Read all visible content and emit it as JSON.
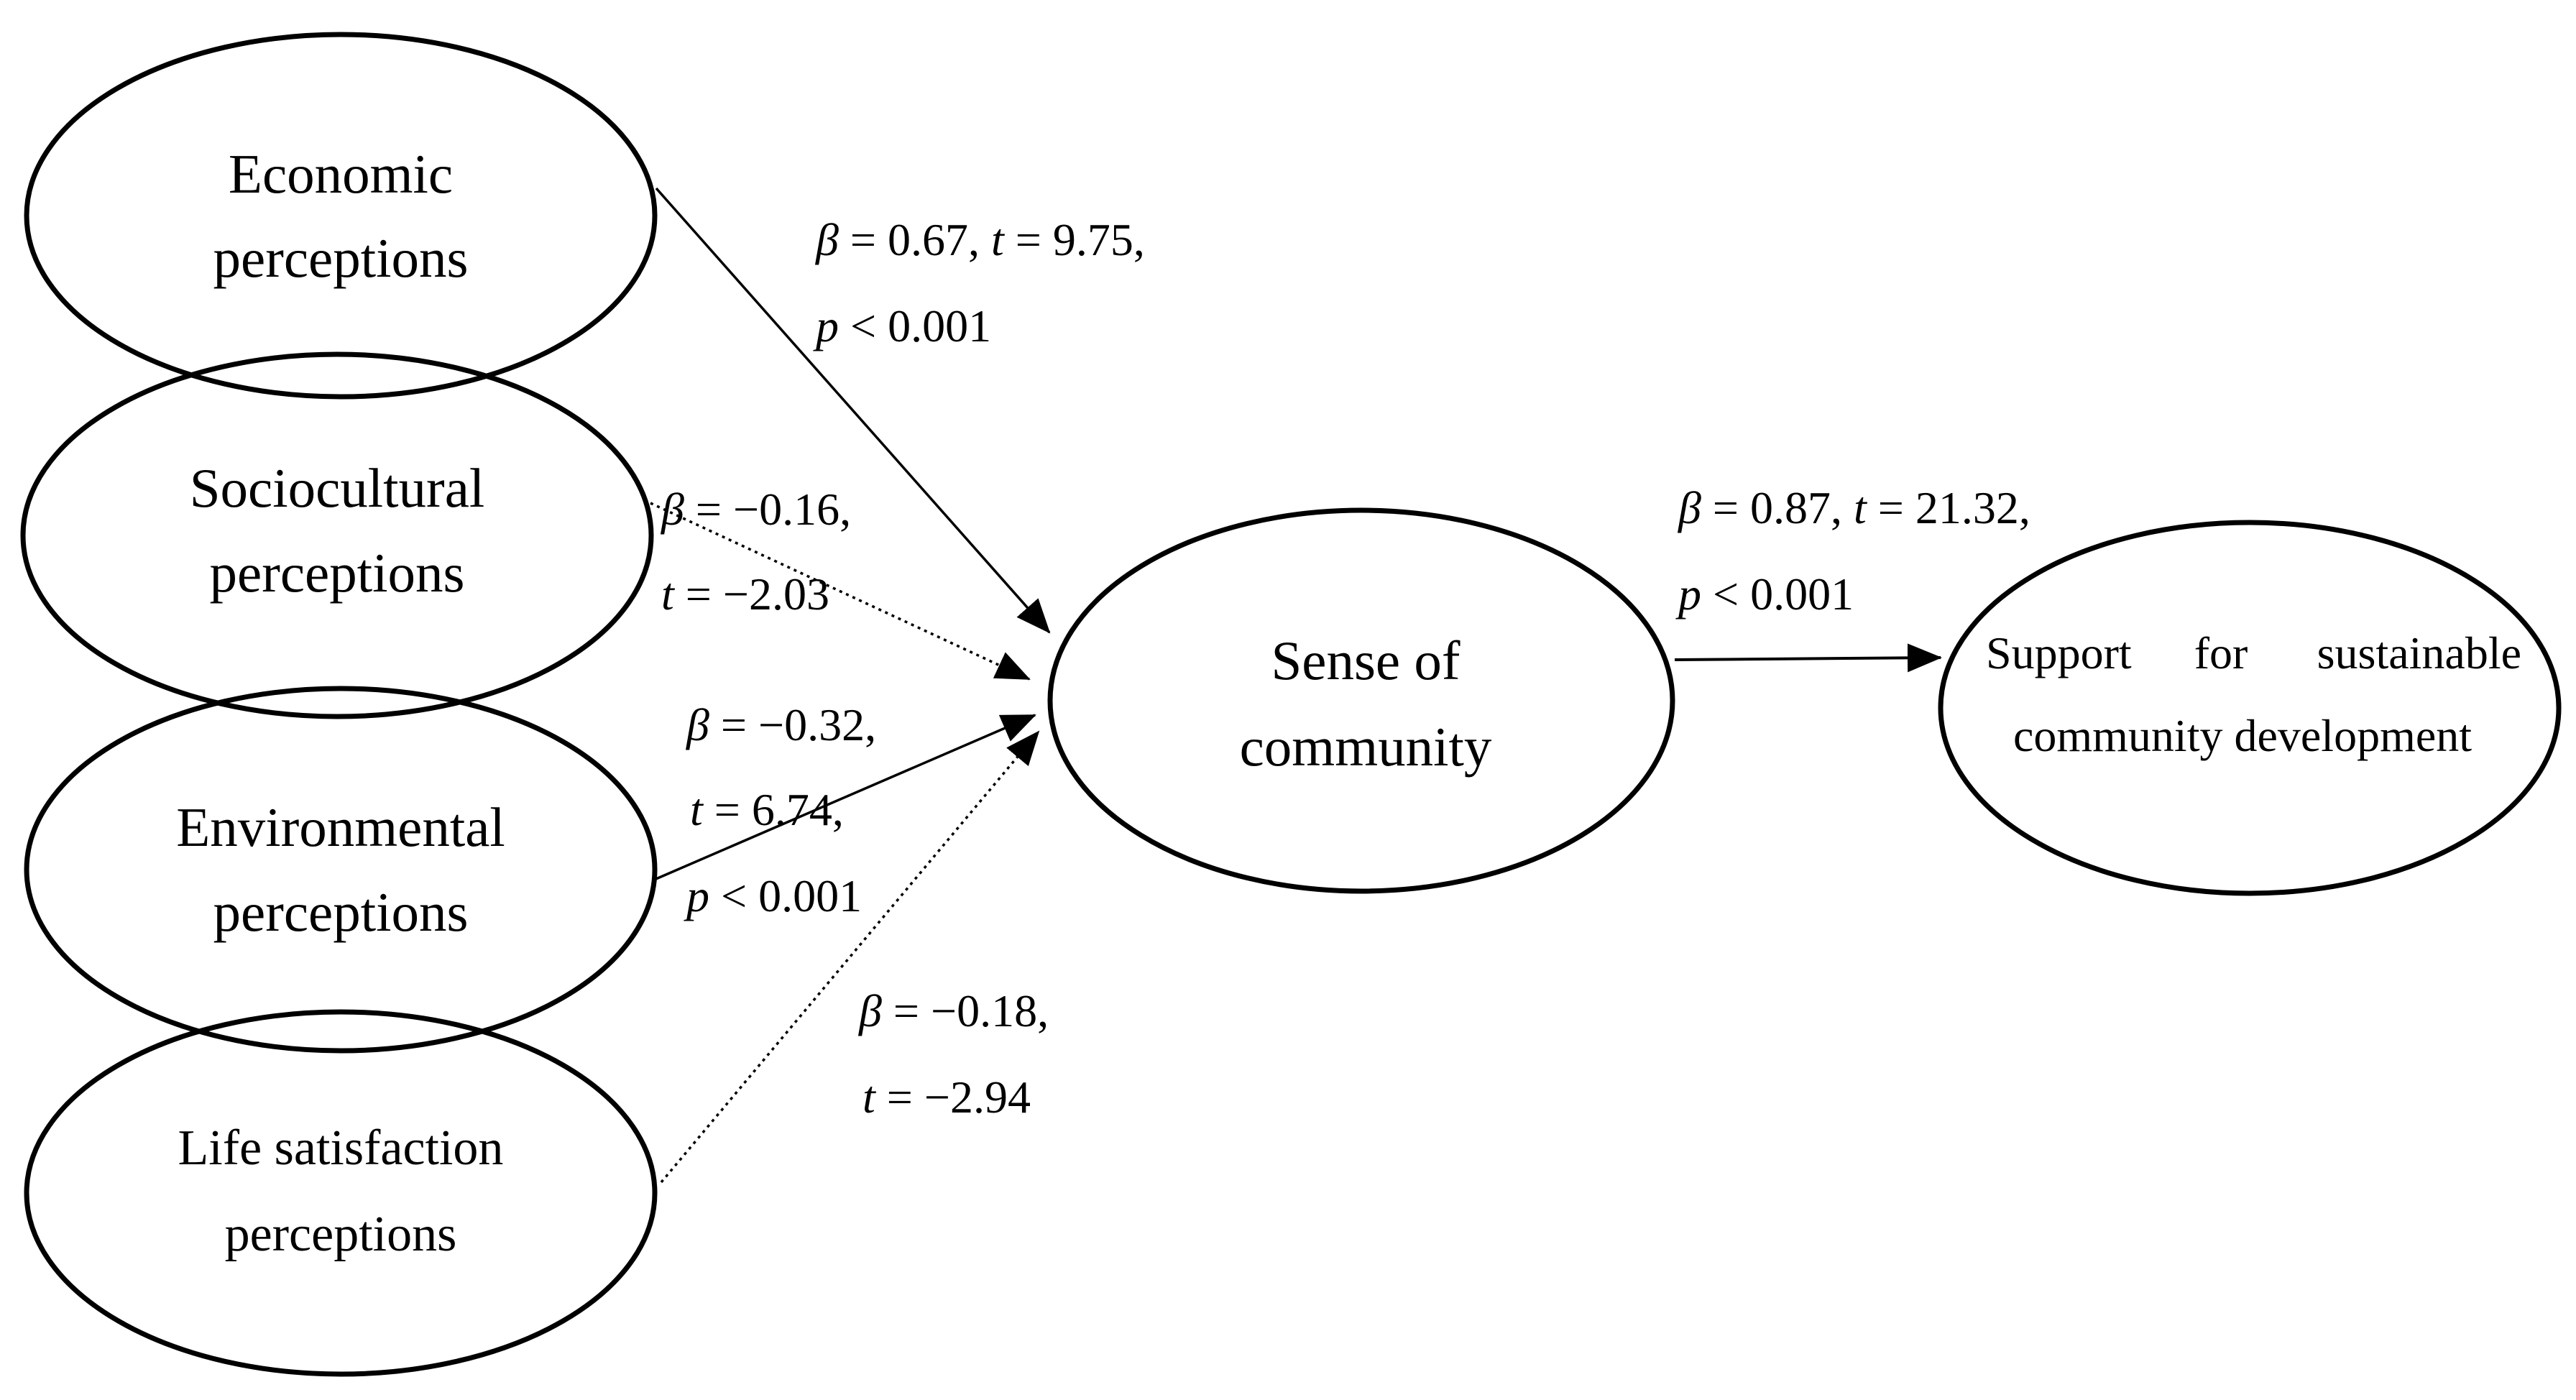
{
  "nodes": {
    "economic": {
      "line1": "Economic",
      "line2": "perceptions"
    },
    "sociocultural": {
      "line1": "Sociocultural",
      "line2": "perceptions"
    },
    "environmental": {
      "line1": "Environmental",
      "line2": "perceptions"
    },
    "life_satisfaction": {
      "line1": "Life satisfaction",
      "line2": "perceptions"
    },
    "sense_of_community": {
      "line1": "Sense of",
      "line2": "community"
    },
    "support": {
      "line1_words": [
        "Support",
        "for",
        "sustainable"
      ],
      "line2": "community development"
    }
  },
  "paths": {
    "economic": {
      "beta_sym": "β",
      "beta_val": " = 0.67, ",
      "t_sym": "t",
      "t_val": " = 9.75,",
      "p_sym": "p",
      "p_val": " < 0.001",
      "line_style": "solid"
    },
    "sociocultural": {
      "beta_sym": "β",
      "beta_val": " = −0.16,",
      "t_sym": "t",
      "t_val": " = −2.03",
      "line_style": "dotted"
    },
    "environmental": {
      "beta_sym": "β",
      "beta_val": " = −0.32,",
      "t_sym": "t",
      "t_val": " = 6.74,",
      "p_sym": "p",
      "p_val": " < 0.001",
      "line_style": "solid"
    },
    "life_satisfaction": {
      "beta_sym": "β",
      "beta_val": " = −0.18,",
      "t_sym": "t",
      "t_val": " = −2.94",
      "line_style": "dotted"
    },
    "community_to_support": {
      "beta_sym": "β",
      "beta_val": " = 0.87, ",
      "t_sym": "t",
      "t_val": " = 21.32,",
      "p_sym": "p",
      "p_val": " < 0.001",
      "line_style": "solid"
    }
  }
}
